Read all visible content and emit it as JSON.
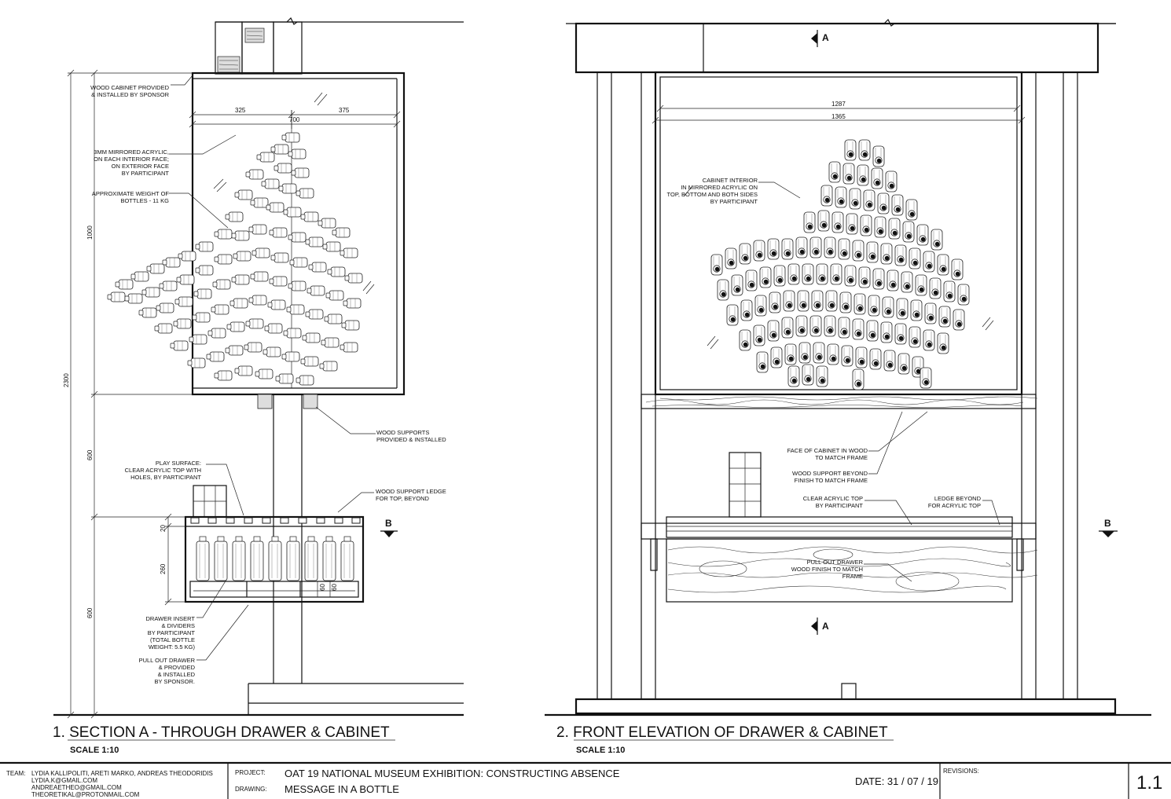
{
  "section_a": {
    "title": "1. SECTION A - THROUGH DRAWER & CABINET",
    "scale": "SCALE 1:10",
    "dims": {
      "d325": "325",
      "d375": "375",
      "d700": "700",
      "d1000": "1000",
      "d2300": "2300",
      "d600_upper": "600",
      "d600_lower": "600",
      "d20": "20",
      "d260": "260",
      "d60a": "60",
      "d60b": "60"
    },
    "notes": {
      "cabinet": [
        "WOOD CABINET PROVIDED",
        "& INSTALLED BY SPONSOR"
      ],
      "acrylic": [
        "3MM MIRRORED ACRYLIC,",
        "ON EACH INTERIOR FACE;",
        "ON EXTERIOR FACE",
        "BY PARTICIPANT"
      ],
      "weight": [
        "APPROXIMATE WEIGHT OF",
        "BOTTLES - 11 KG"
      ],
      "supports": [
        "WOOD SUPPORTS",
        "PROVIDED & INSTALLED"
      ],
      "play": [
        "PLAY SURFACE:",
        "CLEAR ACRYLIC TOP WITH",
        "HOLES, BY PARTICIPANT"
      ],
      "ledge": [
        "WOOD SUPPORT LEDGE",
        "FOR TOP, BEYOND"
      ],
      "insert": [
        "DRAWER INSERT",
        "& DIVIDERS",
        "BY PARTICIPANT",
        "(TOTAL BOTTLE",
        "WEIGHT: 5.5 KG)"
      ],
      "drawer": [
        "PULL OUT DRAWER",
        "& PROVIDED",
        "& INSTALLED",
        "BY SPONSOR."
      ]
    },
    "marker_b": "B"
  },
  "front_elevation": {
    "title": "2. FRONT ELEVATION OF DRAWER & CABINET",
    "scale": "SCALE 1:10",
    "dims": {
      "d1287": "1287",
      "d1365": "1365"
    },
    "notes": {
      "interior": [
        "CABINET INTERIOR",
        "IN MIRRORED ACRYLIC ON",
        "TOP, BOTTOM AND BOTH SIDES",
        "BY PARTICIPANT"
      ],
      "face": [
        "FACE OF CABINET IN WOOD",
        "TO MATCH FRAME"
      ],
      "support": [
        "WOOD SUPPORT BEYOND",
        "FINISH TO MATCH FRAME"
      ],
      "clear_top": [
        "CLEAR ACRYLIC TOP",
        "BY PARTICIPANT"
      ],
      "ledge": [
        "LEDGE BEYOND",
        "FOR ACRYLIC TOP"
      ],
      "drawer": [
        "PULL OUT DRAWER",
        "WOOD FINISH TO MATCH",
        "FRAME"
      ]
    },
    "marker_a_top": "A",
    "marker_a_bottom": "A",
    "marker_b": "B"
  },
  "title_block": {
    "team_label": "TEAM:",
    "team_lines": [
      "LYDIA KALLIPOLITI, ARETI MARKO, ANDREAS THEODORIDIS",
      "LYDIA.K@GMAIL.COM",
      "ANDREAETHEO@GMAIL.COM",
      "THEORETIKAL@PROTONMAIL.COM"
    ],
    "project_label": "PROJECT:",
    "project": "OAT 19 NATIONAL MUSEUM EXHIBITION: CONSTRUCTING ABSENCE",
    "drawing_label": "DRAWING:",
    "drawing": "MESSAGE IN A BOTTLE",
    "date": "DATE: 31 / 07 / 19",
    "revisions_label": "REVISIONS:",
    "sheet": "1.1"
  }
}
